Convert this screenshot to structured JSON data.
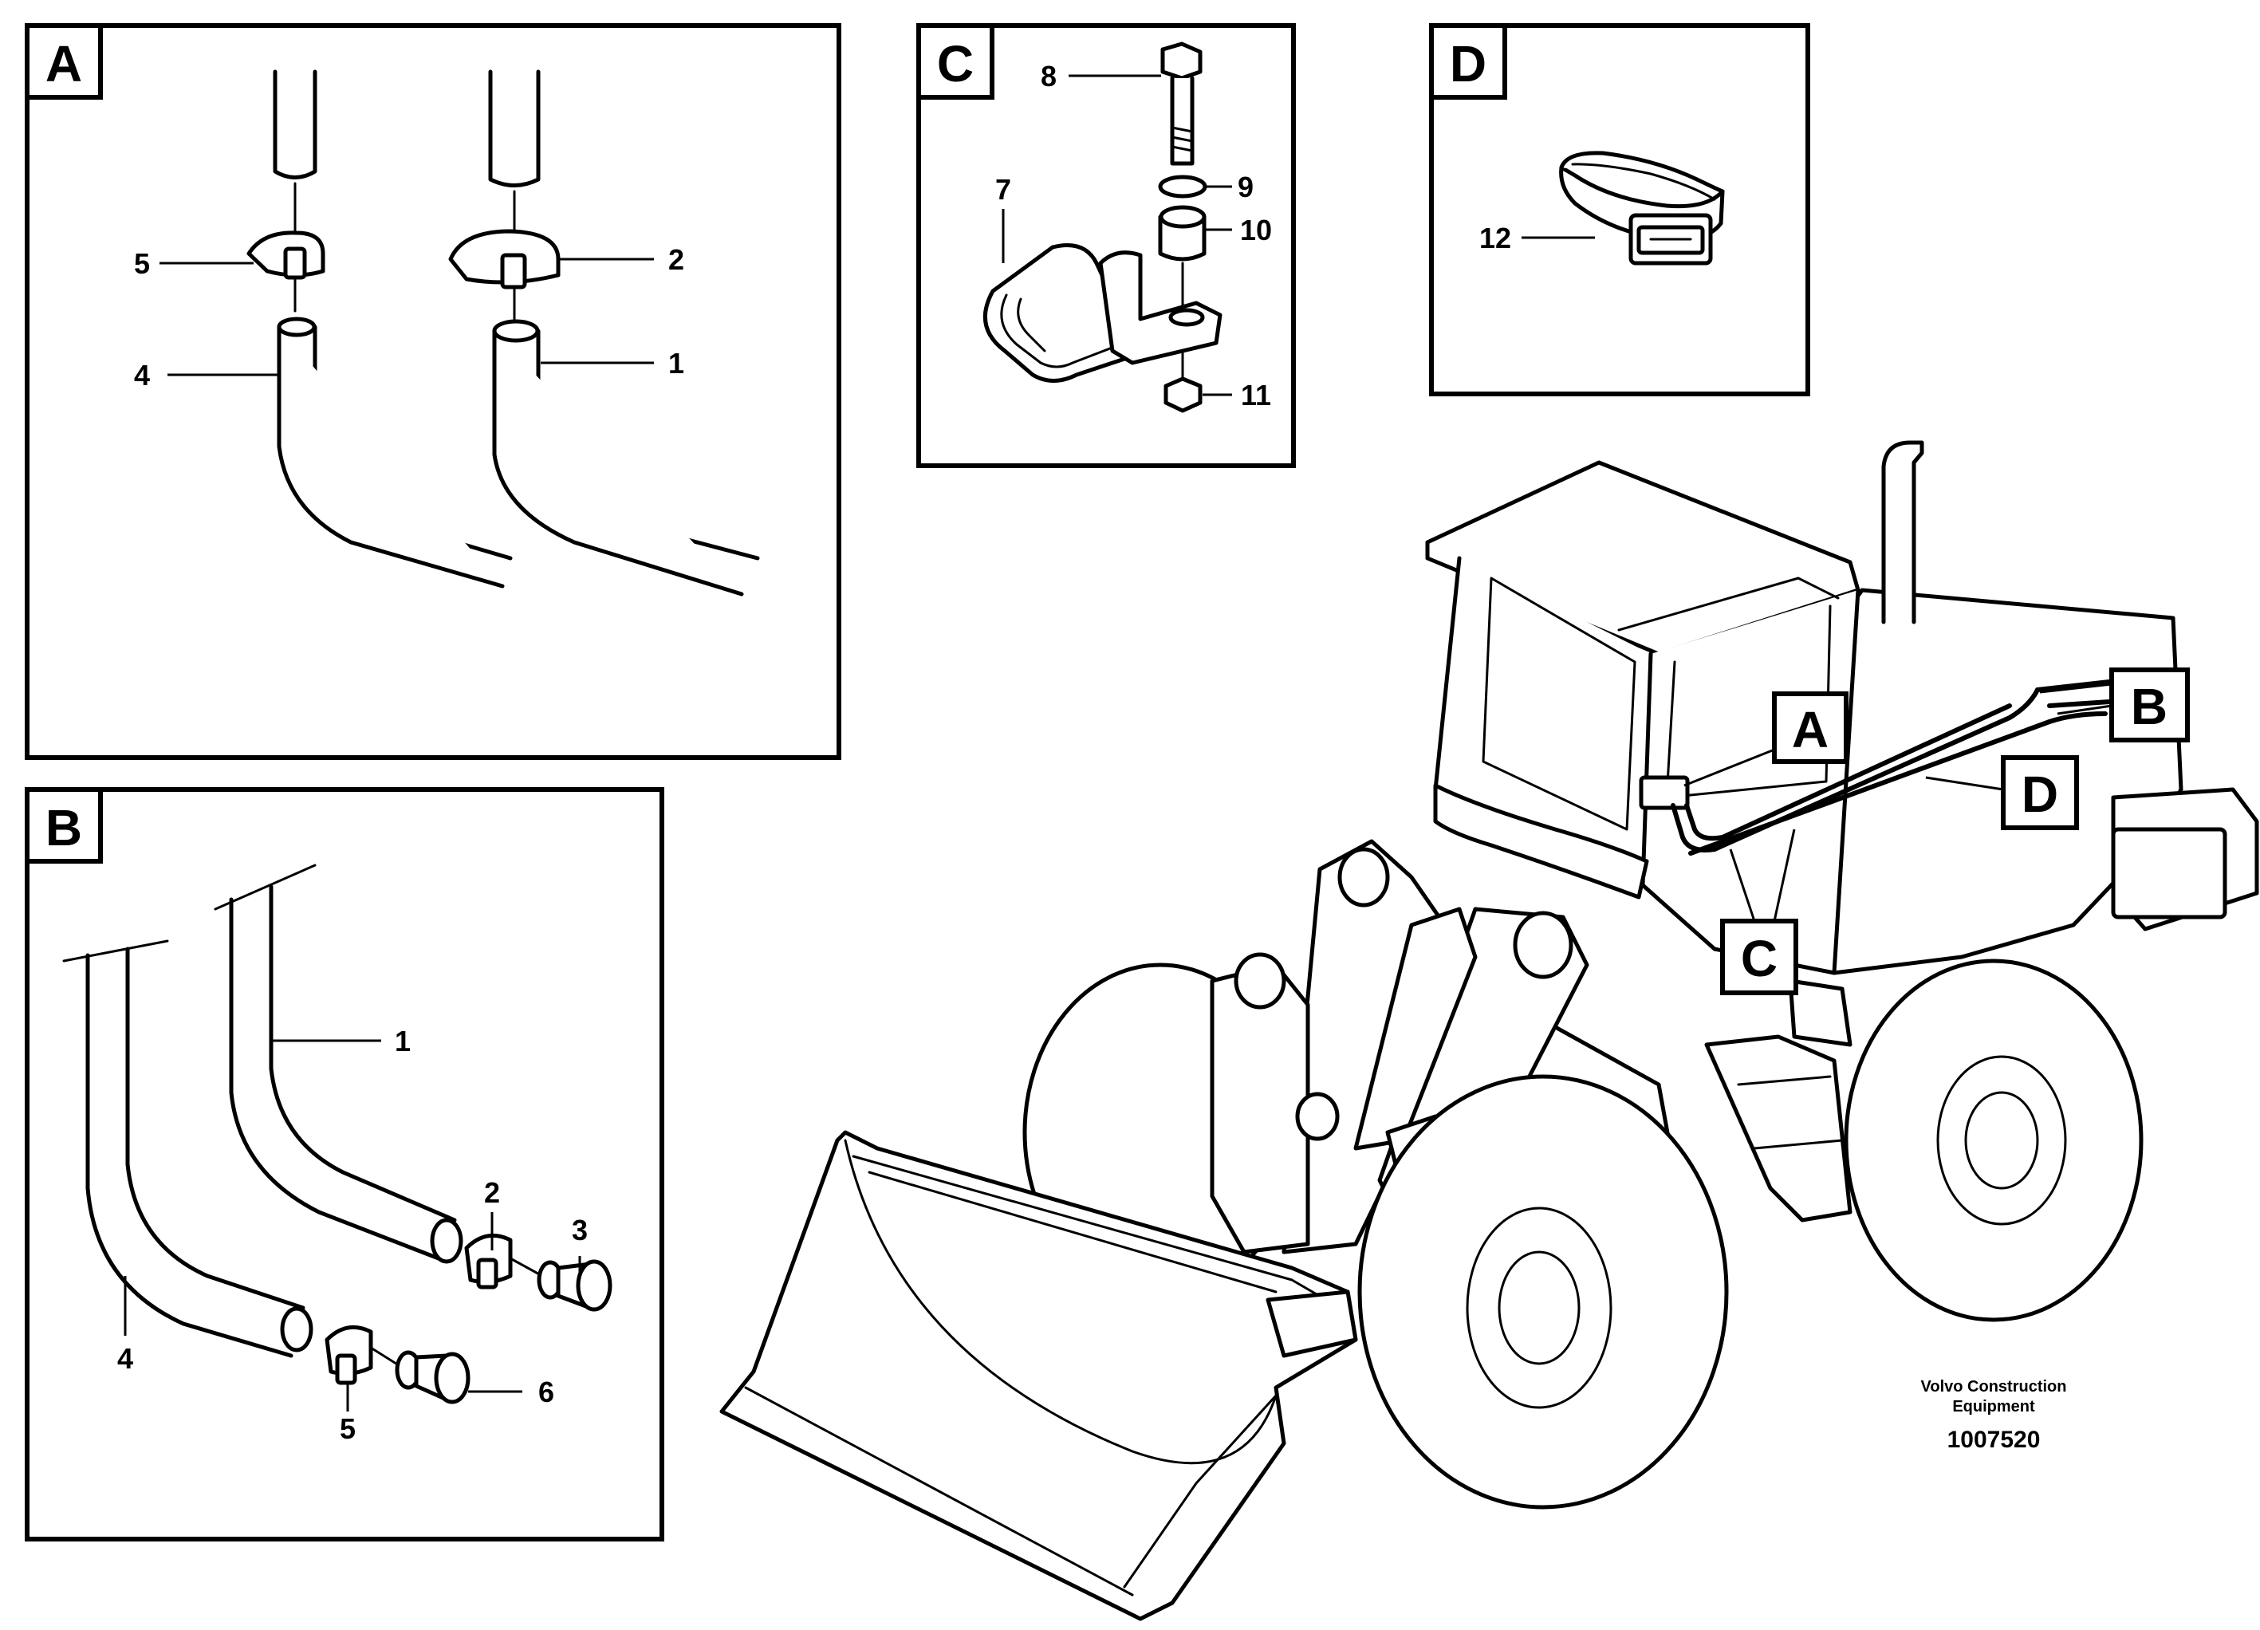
{
  "panels": {
    "a": {
      "tag": "A",
      "labels": {
        "p5": "5",
        "p2": "2",
        "p4": "4",
        "p1": "1"
      }
    },
    "b": {
      "tag": "B",
      "labels": {
        "p1": "1",
        "p2": "2",
        "p3": "3",
        "p4": "4",
        "p5": "5",
        "p6": "6"
      }
    },
    "c": {
      "tag": "C",
      "labels": {
        "p8": "8",
        "p9": "9",
        "p7": "7",
        "p10": "10",
        "p11": "11"
      }
    },
    "d": {
      "tag": "D",
      "labels": {
        "p12": "12"
      }
    }
  },
  "machine": {
    "callouts": {
      "a": "A",
      "b": "B",
      "c": "C",
      "d": "D"
    }
  },
  "credit": {
    "line1": "Volvo Construction",
    "line2": "Equipment",
    "number": "1007520"
  }
}
